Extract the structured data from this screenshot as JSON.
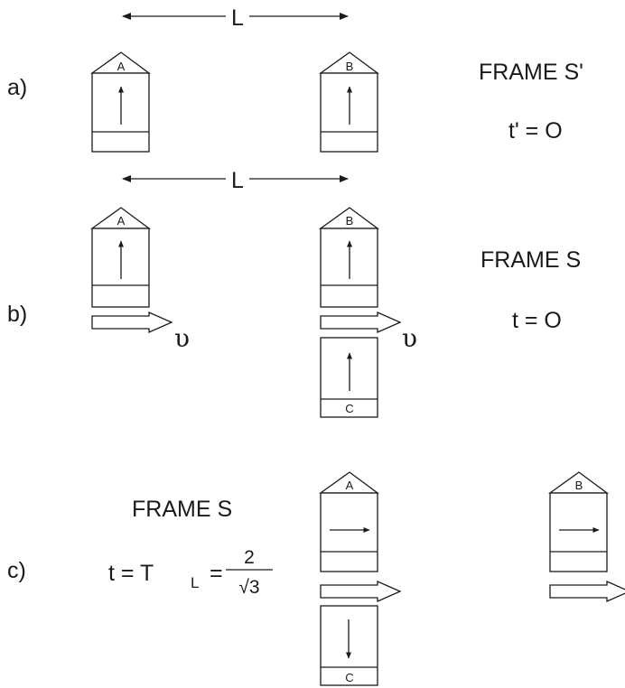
{
  "part_a": {
    "label": "a)",
    "distance_label": "L",
    "clock_left": "A",
    "clock_right": "B",
    "frame": "FRAME  S'",
    "time": "t' = O"
  },
  "part_b": {
    "label": "b)",
    "distance_label": "L",
    "clock_left": "A",
    "clock_right": "B",
    "clock_extra": "C",
    "velocity_left": "υ",
    "velocity_right": "υ",
    "frame": "FRAME  S",
    "time": "t = O"
  },
  "part_c": {
    "label": "c)",
    "frame": "FRAME  S",
    "time_prefix": "t = T",
    "time_subscript": "L",
    "time_equals": "=",
    "fraction_numerator": "2",
    "fraction_denominator": "√3",
    "clock_left": "A",
    "clock_right": "B",
    "clock_extra": "C"
  }
}
